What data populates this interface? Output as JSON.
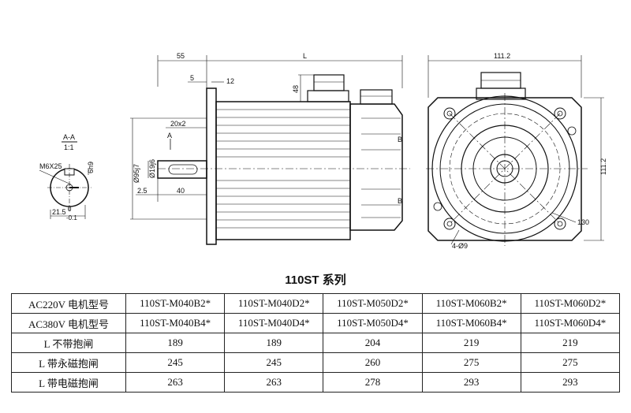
{
  "drawing": {
    "section": {
      "name": "A-A",
      "scale": "1:1",
      "thread": "M6X25",
      "key_height": "6h9",
      "shaft_dim": "21.5",
      "tol_top": "0",
      "tol_bottom": "-0.1"
    },
    "side_view": {
      "flange_length": "55",
      "body_length": "L",
      "offset": "5",
      "flange_thick": "12",
      "connector_height": "48",
      "key_spec": "20x2",
      "arrow_label": "A",
      "pilot_dia": "Ø95j7",
      "shaft_dia": "Ø19j6",
      "chamfer": "2.5",
      "shaft_length": "40",
      "mark": "B"
    },
    "front_view": {
      "width": "111.2",
      "height": "111.2",
      "pcd": "130",
      "holes": "4-Ø9"
    }
  },
  "title": "110ST 系列",
  "table": {
    "rows": [
      {
        "label": "AC220V 电机型号",
        "cells": [
          "110ST-M040B2*",
          "110ST-M040D2*",
          "110ST-M050D2*",
          "110ST-M060B2*",
          "110ST-M060D2*"
        ]
      },
      {
        "label": "AC380V 电机型号",
        "cells": [
          "110ST-M040B4*",
          "110ST-M040D4*",
          "110ST-M050D4*",
          "110ST-M060B4*",
          "110ST-M060D4*"
        ]
      },
      {
        "label": "L 不带抱闸",
        "cells": [
          "189",
          "189",
          "204",
          "219",
          "219"
        ]
      },
      {
        "label": "L 带永磁抱闸",
        "cells": [
          "245",
          "245",
          "260",
          "275",
          "275"
        ]
      },
      {
        "label": "L 带电磁抱闸",
        "cells": [
          "263",
          "263",
          "278",
          "293",
          "293"
        ]
      }
    ]
  }
}
